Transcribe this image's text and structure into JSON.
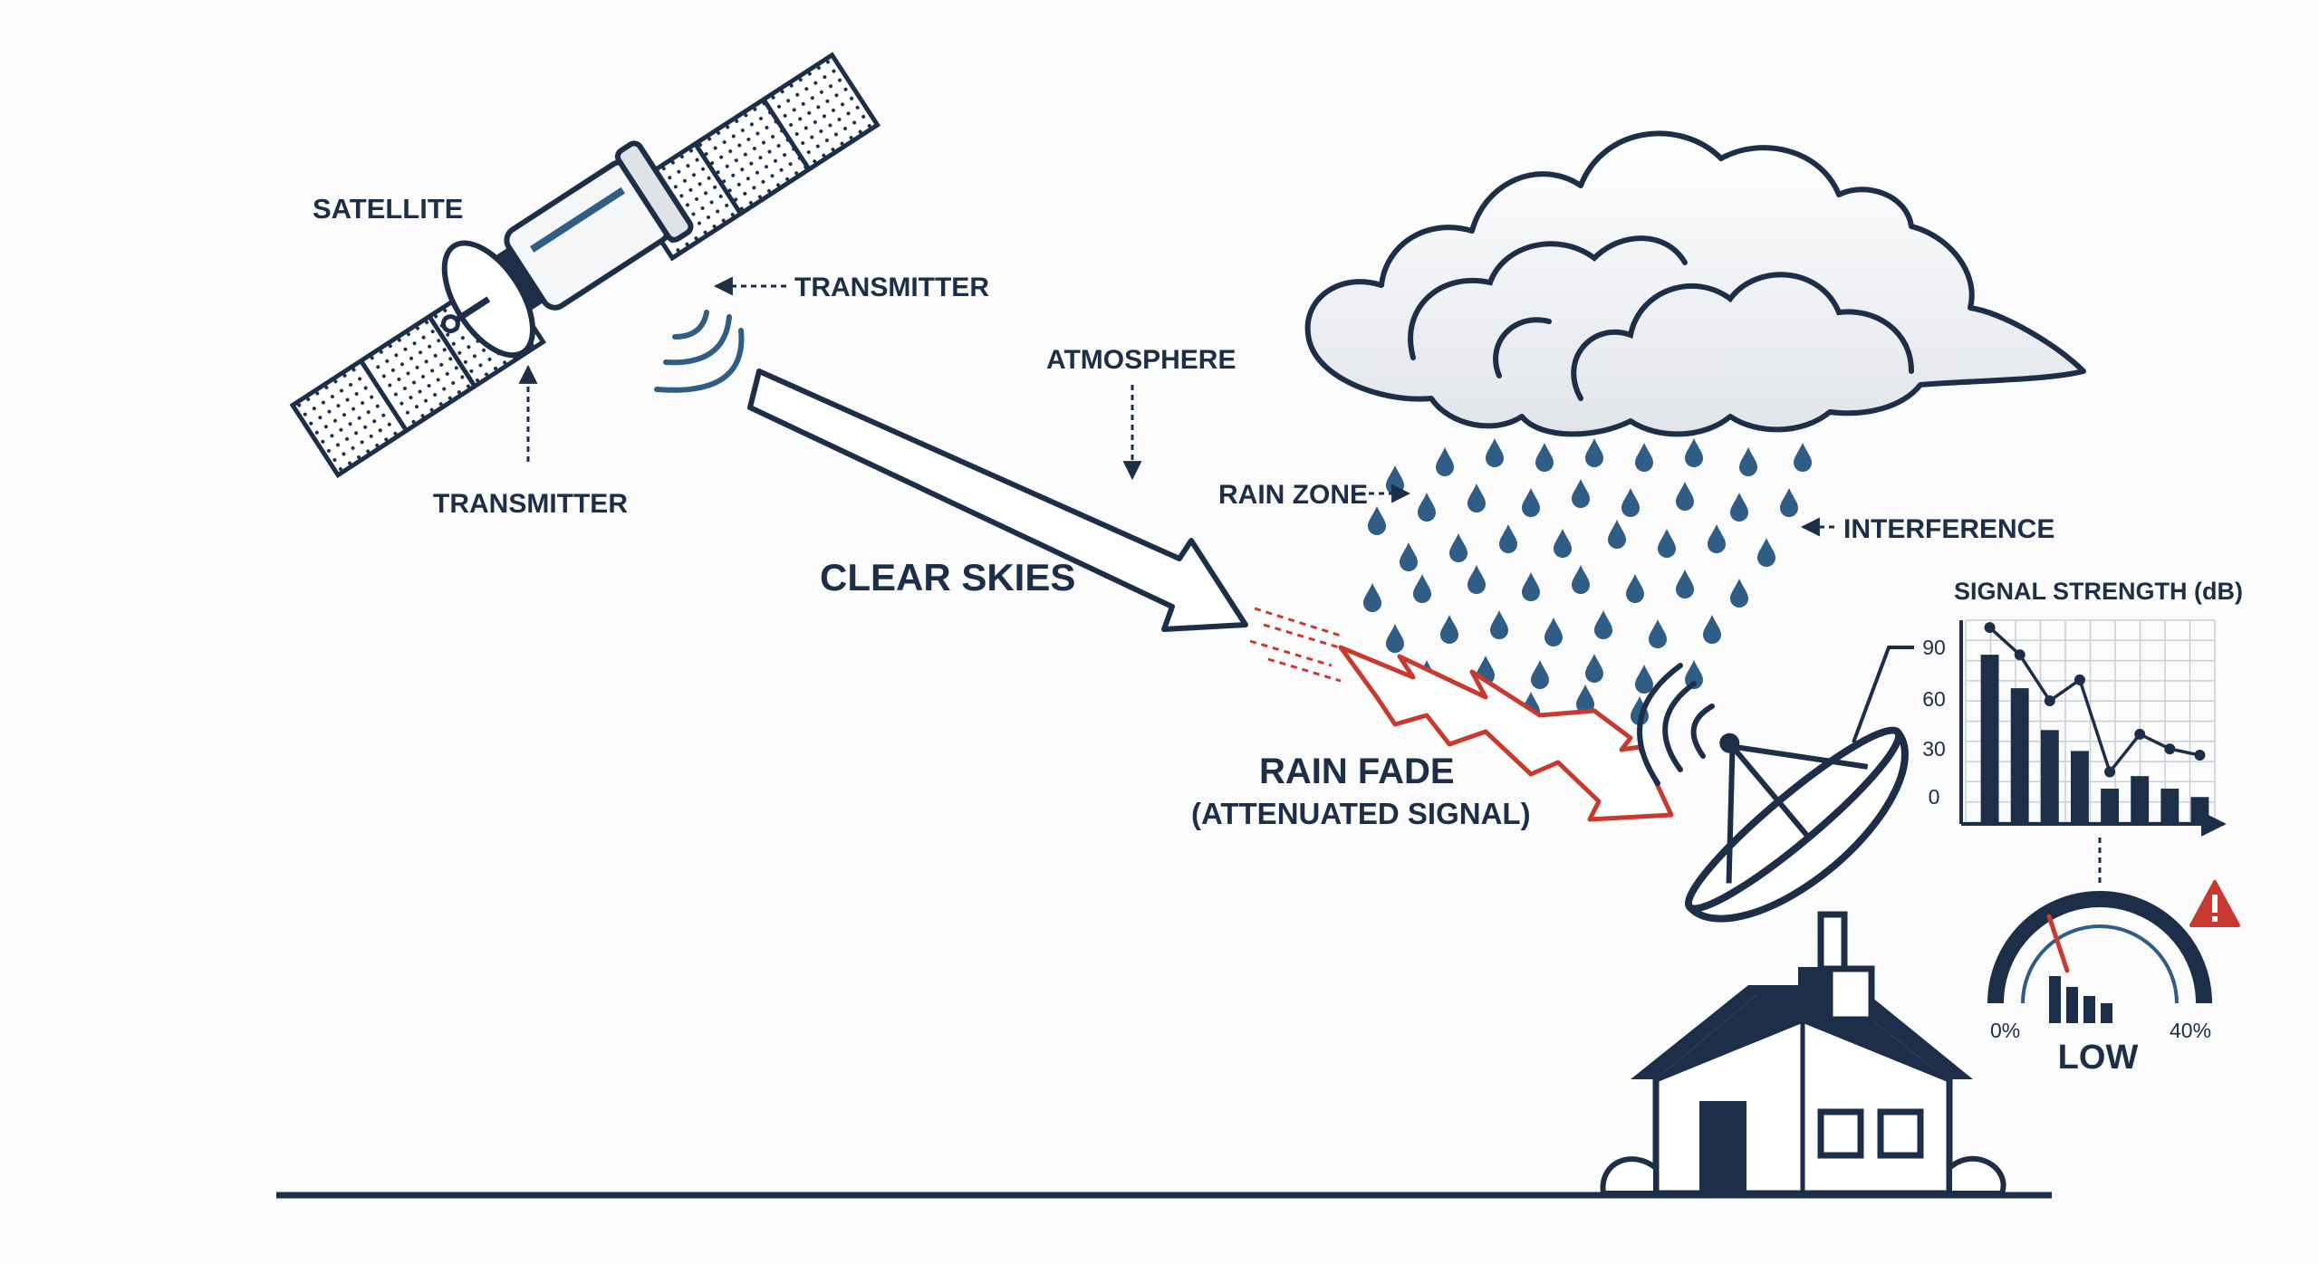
{
  "labels": {
    "satellite": "SATELLITE",
    "transmitter_top": "TRANSMITTER",
    "transmitter_bottom": "TRANSMITTER",
    "atmosphere": "ATMOSPHERE",
    "clear_skies": "CLEAR SKIES",
    "rain_zone": "RAIN ZONE",
    "interference": "INTERFERENCE",
    "rain_fade": "RAIN FADE",
    "attenuated": "(ATTENUATED SIGNAL)"
  },
  "chart_data": {
    "type": "bar",
    "title": "SIGNAL STRENGTH (dB)",
    "yticks": [
      "90",
      "60",
      "30",
      "0"
    ],
    "ylim": [
      0,
      90
    ],
    "bar_values": [
      80,
      64,
      44,
      34,
      16,
      22,
      16,
      12
    ],
    "line_values": [
      93,
      80,
      58,
      68,
      24,
      42,
      35,
      32
    ],
    "grid": true
  },
  "gauge": {
    "min_label": "0%",
    "max_label": "40%",
    "status": "LOW",
    "bars": [
      4,
      3,
      2,
      1
    ]
  },
  "colors": {
    "navy": "#1d2e49",
    "accent_blue": "#2f5d86",
    "rain_blue": "#2f5d86",
    "warning_red": "#c8392f",
    "cloud_fill": "#eef0f3"
  }
}
